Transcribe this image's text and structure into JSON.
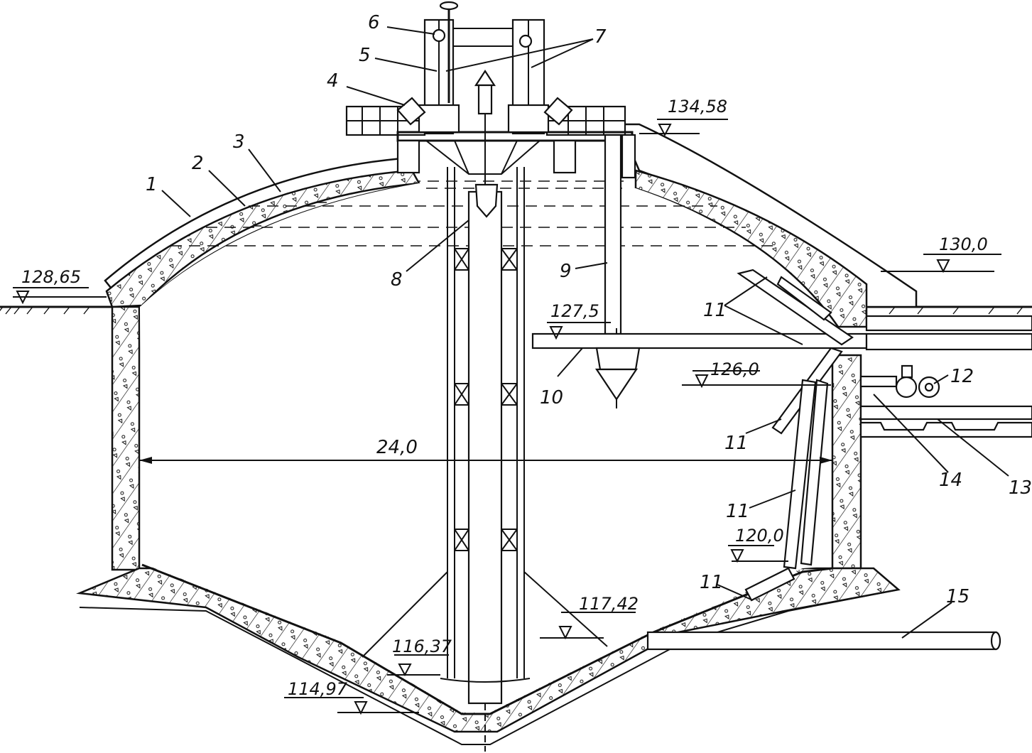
{
  "labels": {
    "n1": "1",
    "n2": "2",
    "n3": "3",
    "n4": "4",
    "n5": "5",
    "n6": "6",
    "n7": "7",
    "n8": "8",
    "n9": "9",
    "n10": "10",
    "n11a": "11",
    "n11b": "11",
    "n11c": "11",
    "n11d": "11",
    "n12": "12",
    "n13": "13",
    "n14": "14",
    "n15": "15"
  },
  "elevations": {
    "e13458": "134,58",
    "e1300": "130,0",
    "e12865": "128,65",
    "e1275": "127,5",
    "e1260": "126,0",
    "e1200": "120,0",
    "e11742": "117,42",
    "e11637": "116,37",
    "e11497": "114,97"
  },
  "dimensions": {
    "diameter": "24,0"
  }
}
